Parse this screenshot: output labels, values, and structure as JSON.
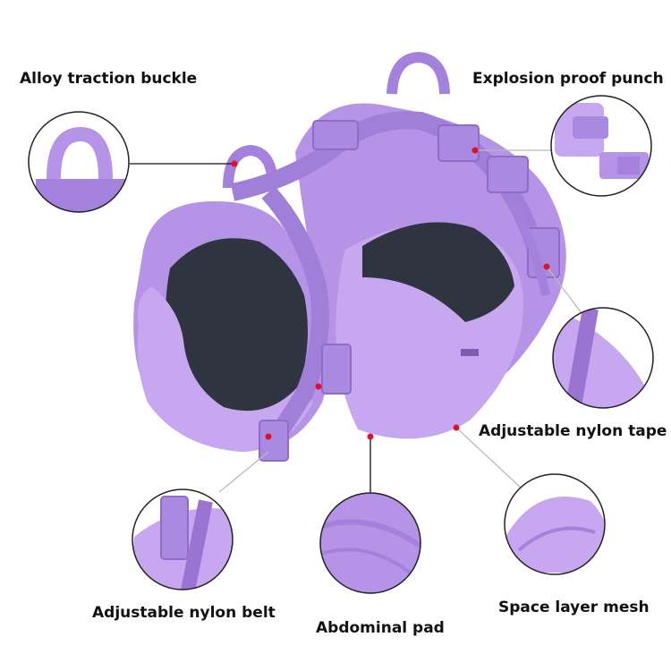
{
  "labels": {
    "alloy": "Alloy traction buckle",
    "explosion": "Explosion proof punch",
    "adj_tape": "Adjustable nylon tape",
    "adj_belt": "Adjustable nylon belt",
    "abdominal": "Abdominal pad",
    "space": "Space layer mesh"
  },
  "colors": {
    "purple": "#b593e6",
    "purple_dark": "#9a74d0",
    "purple_light": "#cdb3f2",
    "inner_dark": "#2f3540",
    "dot": "#e0102a",
    "line": "#111111"
  }
}
